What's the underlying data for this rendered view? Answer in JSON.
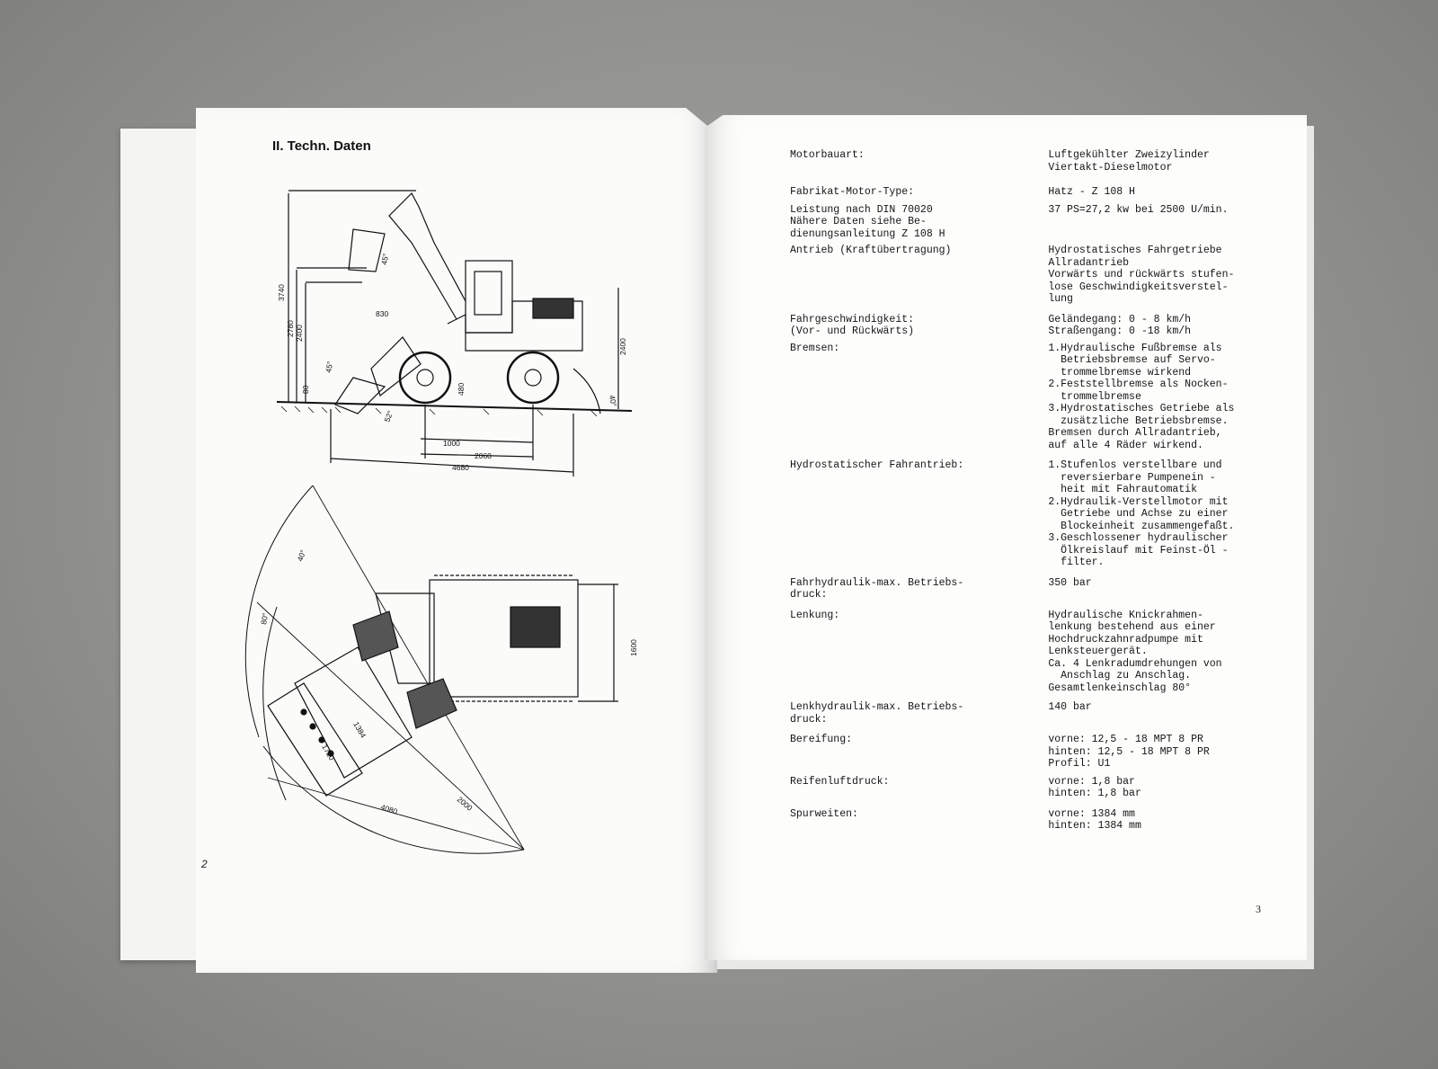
{
  "left_page": {
    "title": "II. Techn. Daten",
    "page_number": "2",
    "dimensions": {
      "h3740": "3740",
      "h2780": "2780",
      "h2400a": "2400",
      "h2400b": "2400",
      "d830": "830",
      "d480": "480",
      "d80": "80",
      "d1000": "1000",
      "d2060": "2060",
      "d4680": "4680",
      "a45": "45°",
      "a45b": "45°",
      "a52": "52°",
      "a40": "40°",
      "a40b": "40°",
      "a80": "80°",
      "d1600": "1600",
      "d1384": "1384",
      "d1720": "1720",
      "d4080": "4080",
      "d2000": "2000"
    }
  },
  "right_page": {
    "page_number": "3",
    "specs": [
      {
        "label": [
          "Motorbauart:"
        ],
        "value": [
          "Luftgekühlter Zweizylinder",
          "Viertakt-Dieselmotor"
        ]
      },
      {
        "label": [
          "Fabrikat-Motor-Type:"
        ],
        "value": [
          "Hatz - Z 108 H"
        ]
      },
      {
        "label": [
          "Leistung nach DIN 70020",
          "Nähere Daten siehe Be-",
          "dienungsanleitung Z 108 H"
        ],
        "value": [
          "37 PS=27,2 kw bei 2500 U/min."
        ]
      },
      {
        "label": [
          "Antrieb (Kraftübertragung)"
        ],
        "value": [
          "Hydrostatisches Fahrgetriebe",
          "Allradantrieb",
          "Vorwärts und rückwärts stufen-",
          "lose Geschwindigkeitsverstel-",
          "lung"
        ]
      },
      {
        "label": [
          "Fahrgeschwindigkeit:",
          "(Vor- und Rückwärts)"
        ],
        "value": [
          "Geländegang: 0 - 8 km/h",
          "Straßengang: 0 -18 km/h"
        ]
      },
      {
        "label": [
          "Bremsen:"
        ],
        "value": [
          "1.Hydraulische Fußbremse als",
          "  Betriebsbremse auf Servo-",
          "  trommelbremse wirkend",
          "2.Feststellbremse als Nocken-",
          "  trommelbremse",
          "3.Hydrostatisches Getriebe als",
          "  zusätzliche Betriebsbremse.",
          "Bremsen durch Allradantrieb,",
          "auf alle 4 Räder wirkend."
        ]
      },
      {
        "label": [
          "Hydrostatischer Fahrantrieb:"
        ],
        "value": [
          "1.Stufenlos verstellbare und",
          "  reversierbare Pumpenein -",
          "  heit mit Fahrautomatik",
          "2.Hydraulik-Verstellmotor mit",
          "  Getriebe und Achse zu einer",
          "  Blockeinheit zusammengefaßt.",
          "3.Geschlossener hydraulischer",
          "  Ölkreislauf mit Feinst-Öl -",
          "  filter."
        ]
      },
      {
        "label": [
          "Fahrhydraulik-max. Betriebs-",
          "druck:"
        ],
        "value": [
          "350 bar"
        ]
      },
      {
        "label": [
          "Lenkung:"
        ],
        "value": [
          "Hydraulische Knickrahmen-",
          "lenkung bestehend aus einer",
          "Hochdruckzahnradpumpe mit",
          "Lenksteuergerät.",
          "Ca. 4 Lenkradumdrehungen von",
          "  Anschlag zu Anschlag.",
          "Gesamtlenkeinschlag 80°"
        ]
      },
      {
        "label": [
          "Lenkhydraulik-max. Betriebs-",
          "druck:"
        ],
        "value": [
          "140 bar"
        ]
      },
      {
        "label": [
          "Bereifung:"
        ],
        "value": [
          "vorne: 12,5 - 18 MPT 8 PR",
          "hinten: 12,5 - 18 MPT 8 PR",
          "Profil: U1"
        ]
      },
      {
        "label": [
          "Reifenluftdruck:"
        ],
        "value": [
          "vorne: 1,8 bar",
          "hinten: 1,8 bar"
        ]
      },
      {
        "label": [
          "Spurweiten:"
        ],
        "value": [
          "vorne: 1384 mm",
          "hinten: 1384 mm"
        ]
      }
    ]
  }
}
